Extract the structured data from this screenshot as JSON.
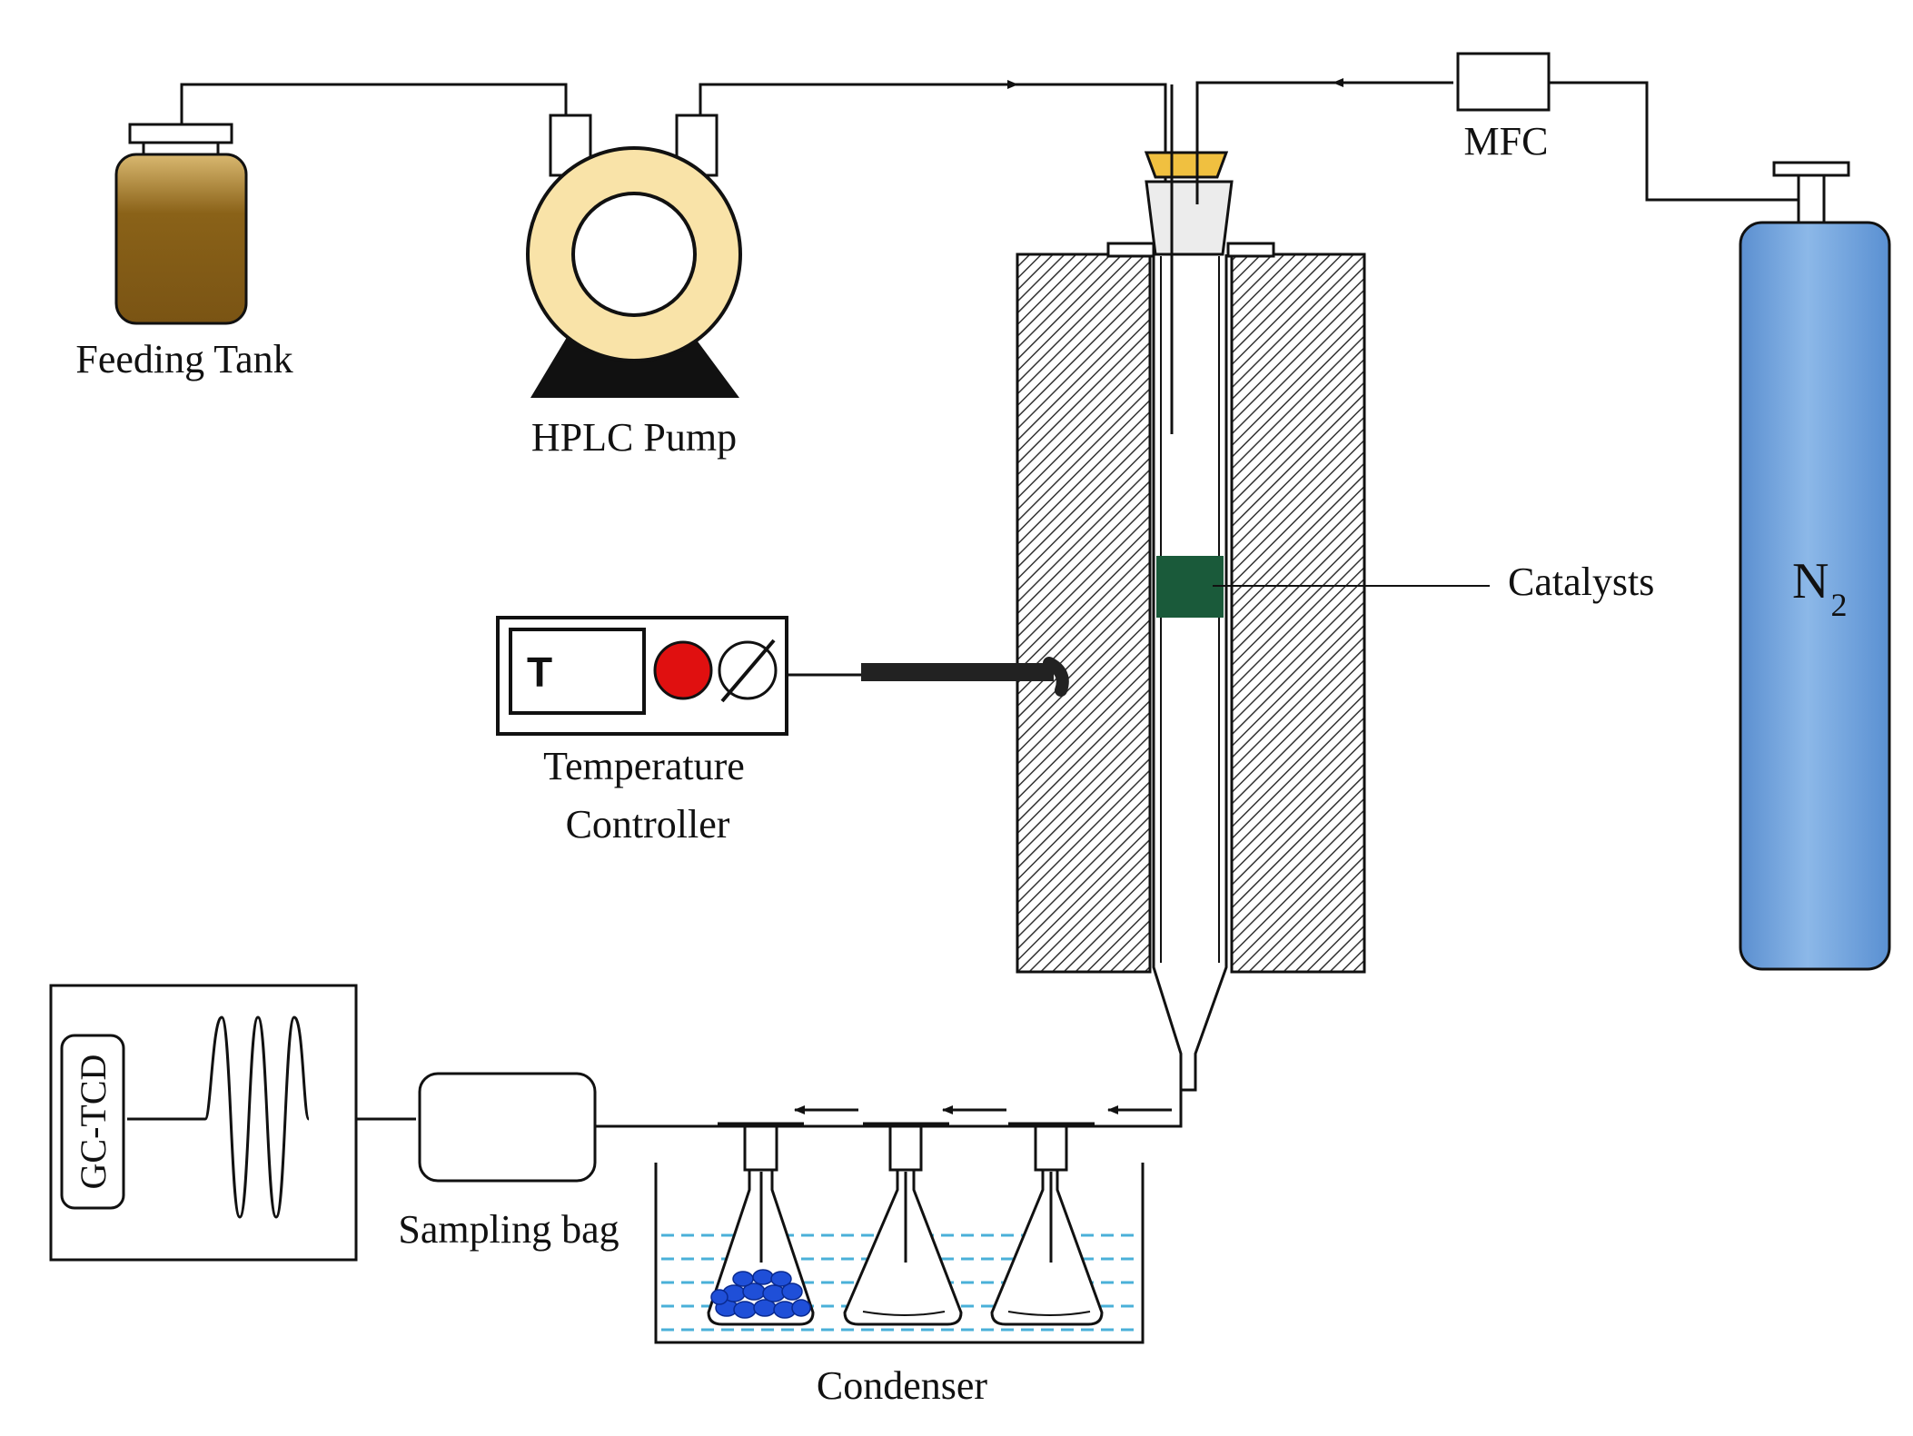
{
  "labels": {
    "feeding_tank": "Feeding Tank",
    "hplc_pump": "HPLC Pump",
    "mfc": "MFC",
    "n2_main": "N",
    "n2_sub": "2",
    "catalysts": "Catalysts",
    "temp_line1": "Temperature",
    "temp_line2": "Controller",
    "temp_display": "T",
    "gc_tcd": "GC-TCD",
    "sampling_bag": "Sampling bag",
    "condenser": "Condenser"
  },
  "colors": {
    "feeding_tank_body": "#8a6218",
    "pump_ring": "#f9e3a8",
    "n2_cylinder": "#6a9fd8",
    "catalyst_bed": "#1a5a3a",
    "stopper": "#f0c040",
    "controller_button": "#e01010",
    "desiccant": "#1f4fd8",
    "water": "#4ab0d8"
  }
}
